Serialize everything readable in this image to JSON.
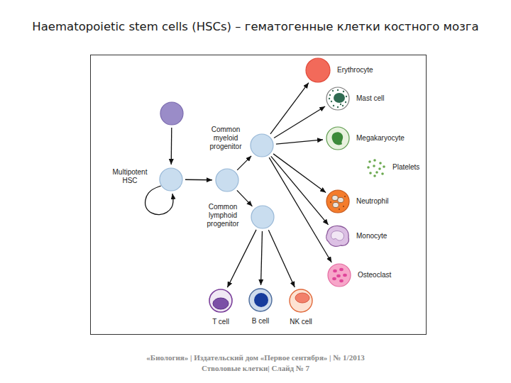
{
  "diagram": {
    "title": "Haematopoietic stem cells (HSCs) – гематогенные клетки костного мозга",
    "nodes": [
      {
        "text": []
      },
      {
        "text": [
          "Multipotent HSC"
        ]
      },
      {
        "text": []
      },
      {
        "text": [
          "Common myeloid progenitor"
        ]
      },
      {
        "text": [
          "Common lymphoid progenitor"
        ]
      },
      {
        "text": [
          "Erythrocyte"
        ]
      },
      {
        "text": [
          "Mast cell"
        ]
      },
      {
        "text": [
          "Megakaryocyte"
        ]
      },
      {
        "text": [
          "Platelets"
        ]
      },
      {
        "text": [
          "Neutrophil"
        ]
      },
      {
        "text": [
          "Monocyte"
        ]
      },
      {
        "text": [
          "Osteoclast"
        ]
      },
      {
        "text": [
          "T cell"
        ]
      },
      {
        "text": [
          "B cell"
        ]
      },
      {
        "text": [
          "NK cell"
        ]
      }
    ],
    "edges": [
      {
        "from": 0,
        "to": 1,
        "arrow": "to"
      },
      {
        "from": 1,
        "to": 1,
        "arrow": "to"
      },
      {
        "from": 1,
        "to": 2,
        "arrow": "to"
      },
      {
        "from": 2,
        "to": 3,
        "arrow": "to"
      },
      {
        "from": 2,
        "to": 4,
        "arrow": "to"
      },
      {
        "from": 3,
        "to": 5,
        "arrow": "to"
      },
      {
        "from": 3,
        "to": 6,
        "arrow": "to"
      },
      {
        "from": 3,
        "to": 7,
        "arrow": "to"
      },
      {
        "from": 3,
        "to": 9,
        "arrow": "to"
      },
      {
        "from": 3,
        "to": 10,
        "arrow": "to"
      },
      {
        "from": 3,
        "to": 11,
        "arrow": "to"
      },
      {
        "from": 4,
        "to": 12,
        "arrow": "to"
      },
      {
        "from": 4,
        "to": 13,
        "arrow": "to"
      },
      {
        "from": 4,
        "to": 14,
        "arrow": "to"
      }
    ],
    "labels": [
      "«Биология» | Издательский дом «Первое сентября» | № 1/2013",
      "Стволовые клетки| Слайд № 7"
    ]
  }
}
